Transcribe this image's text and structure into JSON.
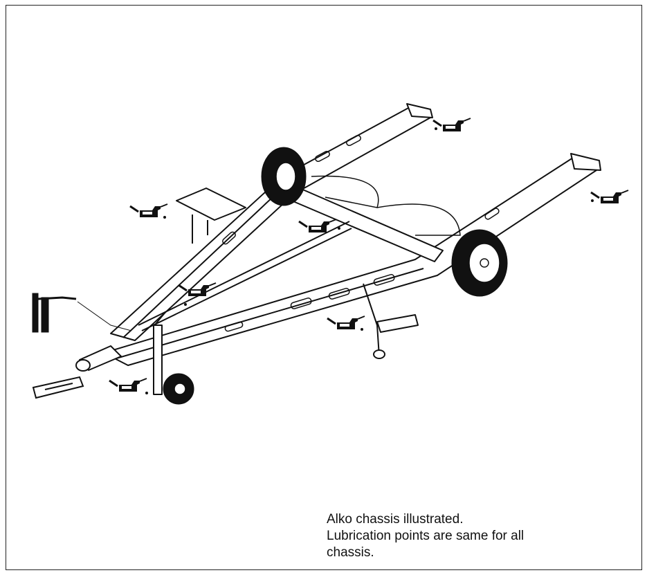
{
  "caption": {
    "line1": "Alko chassis illustrated.",
    "line2": "Lubrication points are same for all",
    "line3": "chassis."
  },
  "icons": {
    "oil_can": "oil-can-icon",
    "grease_gun": "grease-gun-icon"
  },
  "colors": {
    "ink": "#111111",
    "paper": "#ffffff"
  }
}
